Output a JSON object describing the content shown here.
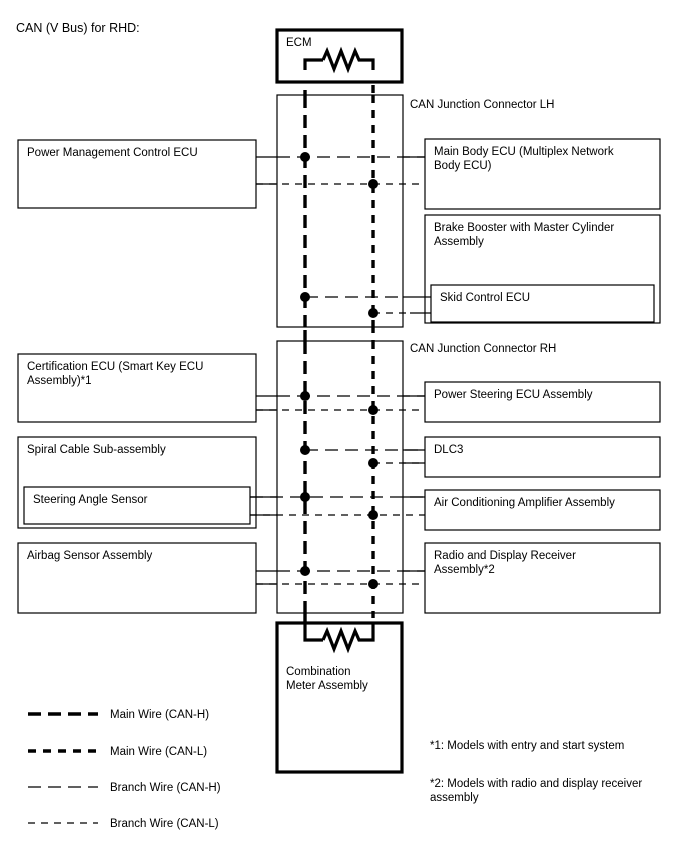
{
  "title": "CAN (V Bus) for RHD:",
  "nodes": {
    "ecm": "ECM",
    "junction_lh": "CAN Junction Connector LH",
    "junction_rh": "CAN Junction Connector RH",
    "combination_meter_line1": "Combination",
    "combination_meter_line2": "Meter Assembly",
    "power_management": "Power Management Control ECU",
    "main_body_line1": "Main Body ECU (Multiplex Network",
    "main_body_line2": "Body ECU)",
    "brake_booster_line1": "Brake Booster with Master Cylinder",
    "brake_booster_line2": "Assembly",
    "skid_control": "Skid Control ECU",
    "certification_line1": "Certification ECU (Smart Key ECU",
    "certification_line2": "Assembly)*1",
    "power_steering": "Power Steering ECU Assembly",
    "spiral_cable": "Spiral Cable Sub-assembly",
    "steering_angle_sensor": "Steering Angle Sensor",
    "dlc3": "DLC3",
    "air_conditioning": "Air Conditioning Amplifier Assembly",
    "airbag_sensor": "Airbag Sensor Assembly",
    "radio_line1": "Radio and Display Receiver",
    "radio_line2": "Assembly*2"
  },
  "legend": [
    {
      "style": "main-h",
      "label": "Main Wire (CAN-H)"
    },
    {
      "style": "main-l",
      "label": "Main Wire (CAN-L)"
    },
    {
      "style": "branch-h",
      "label": "Branch Wire (CAN-H)"
    },
    {
      "style": "branch-l",
      "label": "Branch Wire (CAN-L)"
    }
  ],
  "footnotes": {
    "note1": "*1: Models with entry and start system",
    "note2_line1": "*2: Models with radio and display receiver",
    "note2_line2": "assembly"
  },
  "colors": {
    "line": "#000000",
    "background": "#ffffff",
    "text": "#000000"
  }
}
